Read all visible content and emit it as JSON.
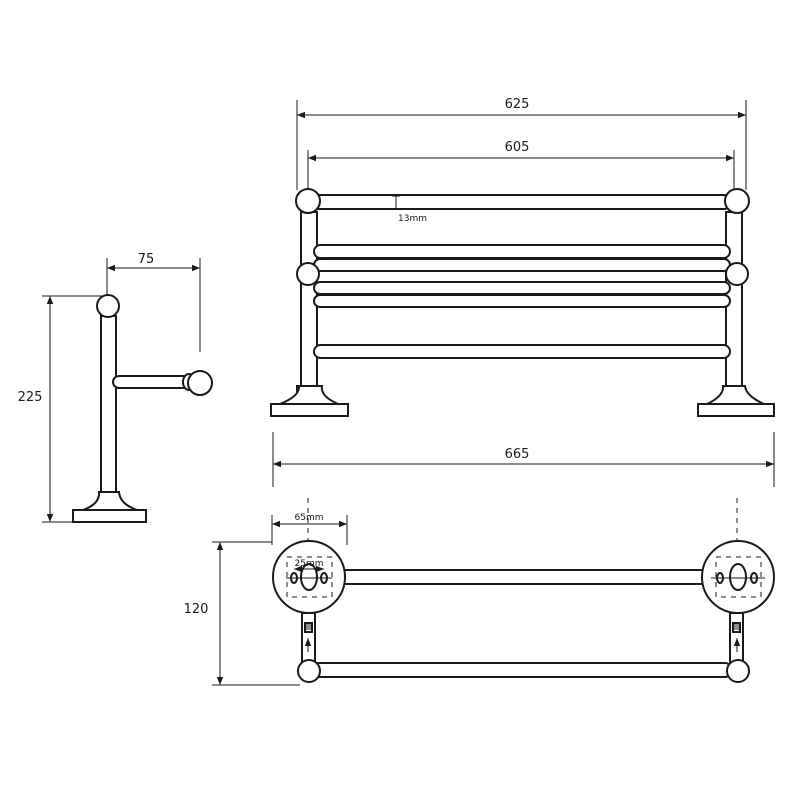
{
  "views": {
    "front": {
      "overall_width": "625",
      "bar_length": "605",
      "bar_diameter": "13mm",
      "base_width": "665"
    },
    "side": {
      "depth": "75",
      "height": "225"
    },
    "top": {
      "bracket_width": "65mm",
      "hole_spacing": "25mm",
      "projection": "120"
    }
  }
}
